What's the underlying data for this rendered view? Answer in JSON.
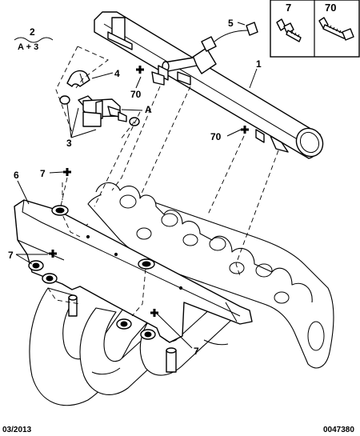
{
  "legend_box": {
    "screw_7_label": "7",
    "screw_70_label": "70"
  },
  "set_note": {
    "number": "2",
    "formula": "A + 3"
  },
  "callouts": {
    "rail": "1",
    "sensor": "5",
    "clip": "4",
    "screw_70_top": "70",
    "injector": "A",
    "seal_set": "3",
    "screw_70_right": "70",
    "support": "6",
    "screw_7_top": "7",
    "screw_7_left": "7",
    "screw_7_bottom": "7"
  },
  "footer": {
    "date": "03/2013",
    "reference": "0047380"
  }
}
